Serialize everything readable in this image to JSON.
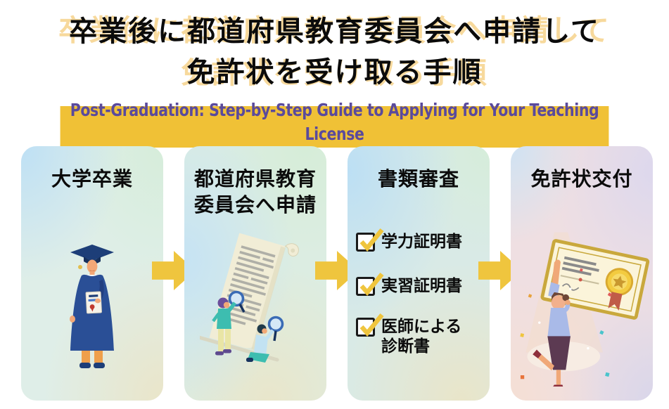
{
  "header": {
    "title_line1": "卒業後に都道府県教育委員会へ申請して",
    "title_line2": "免許状を受け取る手順",
    "subtitle": "Post-Graduation: Step-by-Step Guide to Applying for Your Teaching License"
  },
  "steps": [
    {
      "title": "大学卒業",
      "illustration": "graduate-with-diploma"
    },
    {
      "title": "都道府県教育\n委員会へ申請",
      "illustration": "document-review-with-magnifiers"
    },
    {
      "title": "書類審査",
      "checklist": [
        {
          "label": "学力証明書",
          "checked": true
        },
        {
          "label": "実習証明書",
          "checked": true
        },
        {
          "label": "医師による\n診断書",
          "checked": true
        }
      ]
    },
    {
      "title": "免許状交付",
      "illustration": "license-certificate-celebration"
    }
  ],
  "colors": {
    "accent_gold": "#EFC53E",
    "subtitle_highlight": "#F0C136",
    "subtitle_text": "#5A4A9C",
    "title_text": "#0B0B0B",
    "title_shadow": "#F7D99C"
  }
}
